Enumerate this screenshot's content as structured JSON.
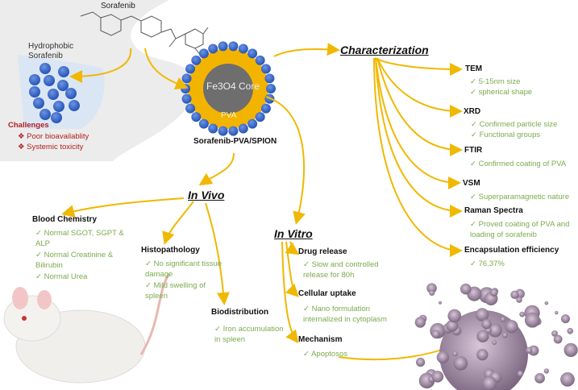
{
  "top": {
    "sorafenib": "Sorafenib",
    "hydrophobic": "Hydrophobic",
    "hydrophobic2": "Sorafenib",
    "challenges": "Challenges",
    "challenge_items": [
      "Poor bioavailablity",
      "Systemic toxicity"
    ]
  },
  "particle": {
    "core": "Fe3O4 Core",
    "shell": "PVA",
    "name": "Sorafenib-PVA/SPION"
  },
  "characterization": {
    "title": "Characterization",
    "groups": [
      {
        "title": "TEM",
        "items": [
          "5-15nm size",
          "spherical shape"
        ]
      },
      {
        "title": "XRD",
        "items": [
          "Confirmed particle size",
          "Functional groups"
        ]
      },
      {
        "title": "FTIR",
        "items": [
          "Confirmed coating of PVA"
        ]
      },
      {
        "title": "VSM",
        "items": [
          "Superparamagnetic nature"
        ]
      },
      {
        "title": "Raman Spectra",
        "items": [
          "Proved coating of PVA and loading of sorafenib"
        ]
      },
      {
        "title": "Encapsulation efficiency",
        "items": [
          "76.37%"
        ]
      }
    ]
  },
  "invivo": {
    "title": "In Vivo",
    "groups": [
      {
        "title": "Blood Chemistry",
        "items": [
          "Normal SGOT, SGPT & ALP",
          "Normal Creatinine & Bilirubin",
          "Normal Urea"
        ]
      },
      {
        "title": "Histopathology",
        "items": [
          "No significant tissue damage",
          "Mild swelling of spleen"
        ]
      },
      {
        "title": "Biodistribution",
        "items": [
          "Iron accumulation in spleen"
        ]
      }
    ]
  },
  "invitro": {
    "title": "In Vitro",
    "groups": [
      {
        "title": "Drug release",
        "items": [
          "Slow and controlled release for 80h"
        ]
      },
      {
        "title": "Cellular uptake",
        "items": [
          "Nano formulation internalized in cytoplasm"
        ]
      },
      {
        "title": "Mechanism",
        "items": [
          "Apoptosos"
        ]
      }
    ]
  },
  "colors": {
    "arrow": "#f0b800",
    "blue": "#2d5fc4",
    "green": "#7aab4c"
  }
}
